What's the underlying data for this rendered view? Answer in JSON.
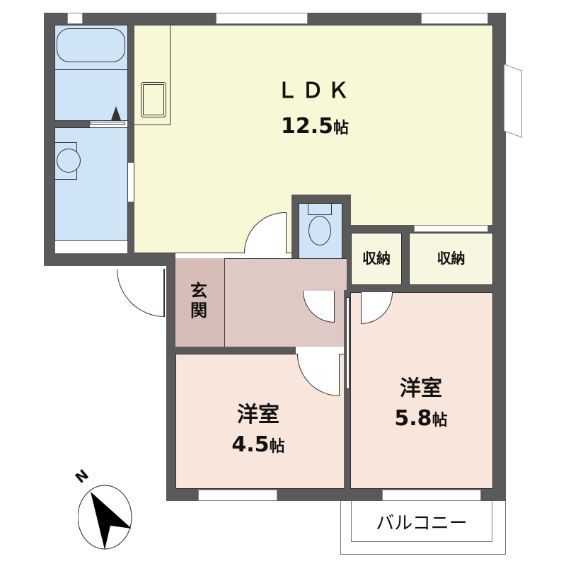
{
  "rooms": {
    "ldk": {
      "name": "ＬＤＫ",
      "size": "12.5",
      "unit": "帖"
    },
    "western_a": {
      "name": "洋室",
      "size": "4.5",
      "unit": "帖"
    },
    "western_b": {
      "name": "洋室",
      "size": "5.8",
      "unit": "帖"
    },
    "entrance": {
      "name": "玄関"
    },
    "storage_1": {
      "name": "収納"
    },
    "storage_2": {
      "name": "収納"
    },
    "balcony": {
      "name": "バルコニー"
    }
  },
  "compass": {
    "label": "N",
    "icon": "north-arrow-icon"
  },
  "colors": {
    "wall": "#5a5a5a",
    "ldk": "#f8f8d6",
    "wet_area": "#cfe4f7",
    "entrance": "#dec9c4",
    "western": "#f9e6da",
    "storage": "#f8f5e0"
  }
}
